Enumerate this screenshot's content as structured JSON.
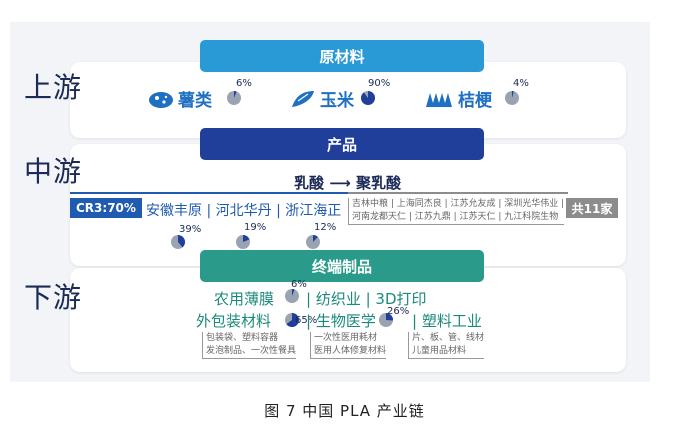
{
  "stages": {
    "upstream": "上游",
    "midstream": "中游",
    "downstream": "下游"
  },
  "upstream": {
    "header": "原材料",
    "items": [
      {
        "label": "薯类",
        "pct": "6%",
        "share": 0.06
      },
      {
        "label": "玉米",
        "pct": "90%",
        "share": 0.9
      },
      {
        "label": "桔梗",
        "pct": "4%",
        "share": 0.04
      }
    ]
  },
  "midstream": {
    "header": "产品",
    "flow_from": "乳酸",
    "flow_arrow": "⟶",
    "flow_to": "聚乳酸",
    "cr3_label": "CR3:70%",
    "companies": "安徽丰原 | 河北华丹 | 浙江海正",
    "company_shares": [
      {
        "pct": "39%",
        "share": 0.39
      },
      {
        "pct": "19%",
        "share": 0.19
      },
      {
        "pct": "12%",
        "share": 0.12
      }
    ],
    "others_line1": "吉林中粮 | 上海同杰良 | 江苏允友成 | 深圳光华伟业 |",
    "others_line2": "河南龙都天仁 | 江苏九鼎 | 江苏天仁 | 九江科院生物",
    "total_label": "共11家"
  },
  "downstream": {
    "header": "终端制品",
    "app1_line1": "农用薄膜",
    "app1_line2": "外包装材料",
    "app1_pct1": "6%",
    "app1_share1": 0.06,
    "app1_pct2": "65%",
    "app1_share2": 0.65,
    "app1_detail1": "包装袋、塑料容器",
    "app1_detail2": "发泡制品、一次性餐具",
    "app2_line1": "| 纺织业 | 3D打印",
    "app2_line2": "| 生物医学",
    "app2_pct": "26%",
    "app2_share": 0.26,
    "app2_detail1": "一次性医用耗材",
    "app2_detail2": "医用人体修复材料",
    "app3_line2": "| 塑料工业",
    "app3_detail1": "片、板、管、线材",
    "app3_detail2": "儿童用品材料"
  },
  "colors": {
    "raw_header": "#2a9ad6",
    "product_header": "#1f3f9a",
    "terminal_header": "#2a9b8b",
    "pie_fill": "#1f3f9a",
    "pie_bg": "#9aa3b2"
  },
  "caption": "图 7   中国 PLA 产业链"
}
